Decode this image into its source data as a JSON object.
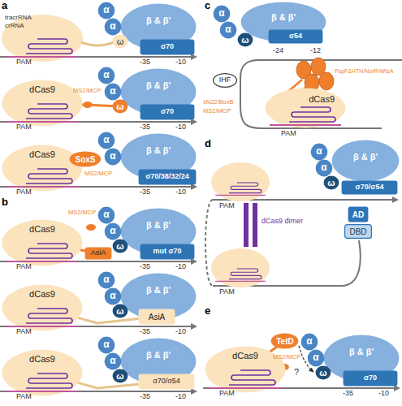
{
  "diagram": {
    "nodes": [
      {
        "text": [
          "α"
        ]
      },
      {
        "text": [
          "α"
        ]
      },
      {
        "text": [
          "ω"
        ]
      },
      {
        "text": [
          "β & β'"
        ]
      },
      {
        "text": [
          "σ70"
        ]
      },
      {
        "text": [
          "dCas9"
        ]
      },
      {
        "text": [
          "α"
        ]
      },
      {
        "text": [
          "α"
        ]
      },
      {
        "text": [
          "ω"
        ]
      },
      {
        "text": [
          "β & β'"
        ]
      },
      {
        "text": [
          "σ70"
        ]
      },
      {
        "text": [
          "dCas9"
        ]
      },
      {
        "text": [
          "SoxS"
        ]
      },
      {
        "text": [
          "α"
        ]
      },
      {
        "text": [
          "α"
        ]
      },
      {
        "text": [
          "β & β'"
        ]
      },
      {
        "text": [
          "σ70/38/32/24"
        ]
      },
      {
        "text": [
          "dCas9"
        ]
      },
      {
        "text": [
          "α"
        ]
      },
      {
        "text": [
          "α"
        ]
      },
      {
        "text": [
          "ω"
        ]
      },
      {
        "text": [
          "β & β'"
        ]
      },
      {
        "text": [
          "mut σ70"
        ]
      },
      {
        "text": [
          "AsiA"
        ]
      },
      {
        "text": [
          "dCas9"
        ]
      },
      {
        "text": [
          "α"
        ]
      },
      {
        "text": [
          "α"
        ]
      },
      {
        "text": [
          "ω"
        ]
      },
      {
        "text": [
          "β & β'"
        ]
      },
      {
        "text": [
          "AsiA"
        ]
      },
      {
        "text": [
          "dCas9"
        ]
      },
      {
        "text": [
          "α"
        ]
      },
      {
        "text": [
          "α"
        ]
      },
      {
        "text": [
          "ω"
        ]
      },
      {
        "text": [
          "β & β'"
        ]
      },
      {
        "text": [
          "σ70/σ54"
        ]
      },
      {
        "text": [
          "α"
        ]
      },
      {
        "text": [
          "α"
        ]
      },
      {
        "text": [
          "ω"
        ]
      },
      {
        "text": [
          "β & β'"
        ]
      },
      {
        "text": [
          "σ54"
        ]
      },
      {
        "text": [
          "IHF"
        ]
      },
      {
        "text": [
          "dCas9"
        ]
      },
      {
        "text": [
          "α"
        ]
      },
      {
        "text": [
          "α"
        ]
      },
      {
        "text": [
          "ω"
        ]
      },
      {
        "text": [
          "β & β'"
        ]
      },
      {
        "text": [
          "σ70/σ54"
        ]
      },
      {
        "text": [
          "AD"
        ]
      },
      {
        "text": [
          "DBD"
        ]
      },
      {
        "text": [
          "dCas9"
        ]
      },
      {
        "text": [
          "TetD"
        ]
      },
      {
        "text": [
          "α"
        ]
      },
      {
        "text": [
          "α"
        ]
      },
      {
        "text": [
          "ω"
        ]
      },
      {
        "text": [
          "β & β'"
        ]
      },
      {
        "text": [
          "σ70"
        ]
      }
    ],
    "edges": [
      {
        "from": 5,
        "to": 8,
        "arrow": "none"
      },
      {
        "from": 11,
        "to": 12,
        "arrow": "none"
      },
      {
        "from": 17,
        "to": 23,
        "arrow": "none"
      },
      {
        "from": 24,
        "to": 29,
        "arrow": "none"
      },
      {
        "from": 30,
        "to": 35,
        "arrow": "none"
      },
      {
        "from": 50,
        "to": 51,
        "arrow": "none"
      }
    ],
    "labels": [
      "a",
      "tracrRNA",
      "crRNA",
      "PAM",
      "-35",
      "-10",
      "MS2/MCP",
      "PAM",
      "-35",
      "-10",
      "MS2/MCP",
      "PAM",
      "-35",
      "-10",
      "b",
      "MS2/MCP",
      "PAM",
      "-35",
      "-10",
      "PAM",
      "-35",
      "-10",
      "PAM",
      "-35",
      "-10",
      "c",
      "-24",
      "-12",
      "λN22/BoxB",
      "MS2/MCP",
      "PspFΔHTH/NorR/WtsA",
      "PAM",
      "d",
      "PAM",
      "PAM",
      "dCas9 dimer",
      "e",
      "MS2/MCP",
      "?",
      "PAM",
      "-35",
      "-10"
    ]
  }
}
